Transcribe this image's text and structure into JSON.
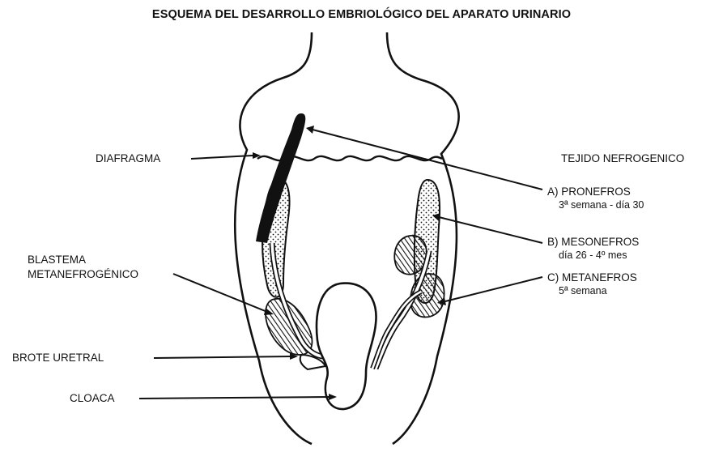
{
  "title": "ESQUEMA DEL DESARROLLO EMBRIOLÓGICO DEL APARATO URINARIO",
  "labels_left": {
    "diafragma": "DIAFRAGMA",
    "blastema_1": "BLASTEMA",
    "blastema_2": "METANEFROGÉNICO",
    "brote_uretral": "BROTE URETRAL",
    "cloaca": "CLOACA"
  },
  "labels_right": {
    "heading": "TEJIDO NEFROGENICO",
    "pronefros": {
      "name": "A) PRONEFROS",
      "timing": "3ª semana  -  día 30"
    },
    "mesonefros": {
      "name": "B) MESONEFROS",
      "timing": "día 26  -  4º mes"
    },
    "metanefros": {
      "name": "C) METANEFROS",
      "timing": "5ª semana"
    }
  },
  "colors": {
    "ink": "#111111",
    "background": "#ffffff"
  }
}
